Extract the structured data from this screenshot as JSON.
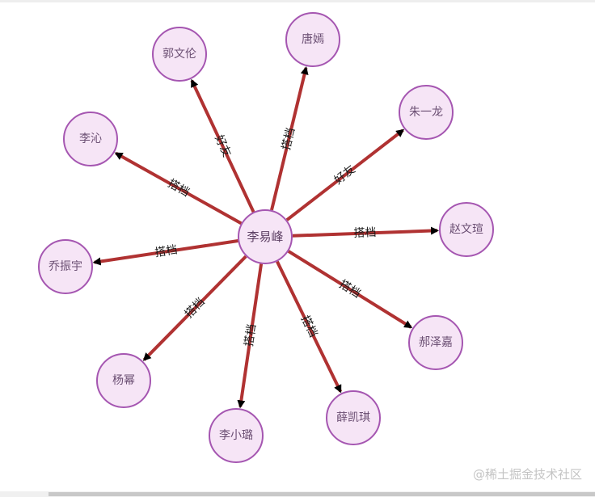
{
  "colors": {
    "edge": "#b03232",
    "arrow": "#000000",
    "node_fill": "#f6e5f6",
    "node_stroke": "#a556b1"
  },
  "graph": {
    "center": {
      "id": "li-yifeng",
      "label": "李易峰"
    },
    "nodes": [
      {
        "id": "guo-wenlun",
        "label": "郭文伦",
        "relation": "好友"
      },
      {
        "id": "tang-yan",
        "label": "唐嫣",
        "relation": "搭档"
      },
      {
        "id": "zhu-yilong",
        "label": "朱一龙",
        "relation": "好友"
      },
      {
        "id": "zhao-wenxuan",
        "label": "赵文瑄",
        "relation": "搭档"
      },
      {
        "id": "hao-zejia",
        "label": "郝泽嘉",
        "relation": "搭档"
      },
      {
        "id": "xue-kaiqi",
        "label": "薛凯琪",
        "relation": "搭档"
      },
      {
        "id": "li-xiaolu",
        "label": "李小璐",
        "relation": "搭档"
      },
      {
        "id": "yang-mi",
        "label": "杨幂",
        "relation": "搭档"
      },
      {
        "id": "qiao-zhenyu",
        "label": "乔振宇",
        "relation": "搭档"
      },
      {
        "id": "li-qin",
        "label": "李沁",
        "relation": "搭档"
      }
    ]
  },
  "watermark": "@稀土掘金技术社区"
}
